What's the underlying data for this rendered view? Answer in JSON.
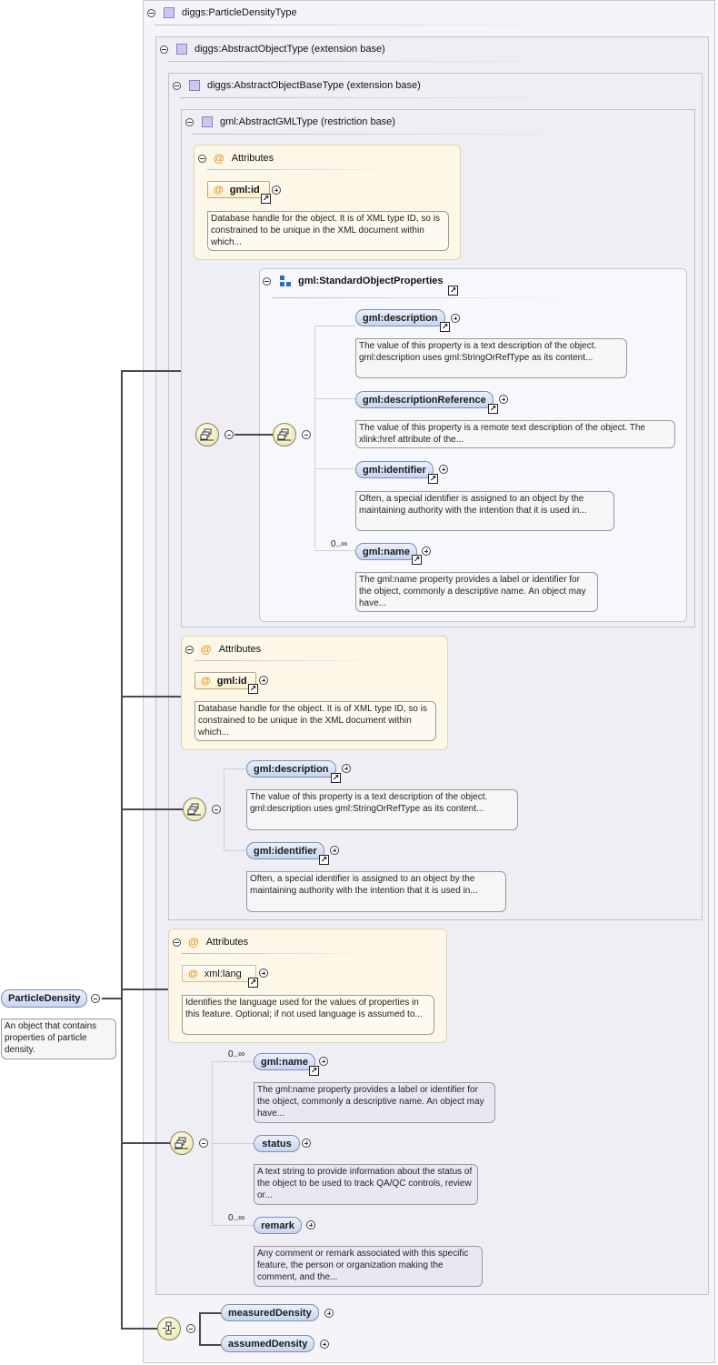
{
  "root_type": {
    "label": "diggs:ParticleDensityType",
    "abstract_object": {
      "label": "diggs:AbstractObjectType (extension base)",
      "abstract_object_base": {
        "label": "diggs:AbstractObjectBaseType (extension base)",
        "abstract_gml": {
          "label": "gml:AbstractGMLType (restriction base)",
          "attributes_label": "Attributes",
          "attr_id": "gml:id",
          "attr_id_doc": "Database handle for the object. It is of XML type ID, so is constrained to be unique in the XML document within which...",
          "std_props_label": "gml:StandardObjectProperties",
          "elements": [
            {
              "name": "gml:description",
              "doc": "The value of this property is a text description of the object. gml:description uses gml:StringOrRefType as its content..."
            },
            {
              "name": "gml:descriptionReference",
              "doc": "The value of this property is a remote text description of the object. The xlink:href attribute of the..."
            },
            {
              "name": "gml:identifier",
              "doc": "Often, a special identifier is assigned to an object by the maintaining authority with the intention that it is used in..."
            },
            {
              "name": "gml:name",
              "cardinality": "0..∞",
              "doc": "The gml:name property provides a label or identifier for the object, commonly a descriptive name. An object may have..."
            }
          ]
        },
        "attributes_label": "Attributes",
        "attr_id": "gml:id",
        "attr_id_doc": "Database handle for the object. It is of XML type ID, so is constrained to be unique in the XML document within which...",
        "elements": [
          {
            "name": "gml:description",
            "doc": "The value of this property is a text description of the object. gml:description uses gml:StringOrRefType as its content..."
          },
          {
            "name": "gml:identifier",
            "doc": "Often, a special identifier is assigned to an object by the maintaining authority with the intention that it is used in..."
          }
        ]
      },
      "attributes_label": "Attributes",
      "attr_lang": "xml:lang",
      "attr_lang_doc": "Identifies the language used for the values of properties in this feature. Optional; if not used language is assumed to...",
      "elements": [
        {
          "name": "gml:name",
          "cardinality": "0..∞",
          "doc": "The gml:name property provides a label or identifier for the object, commonly a descriptive name. An object may have..."
        },
        {
          "name": "status",
          "doc": "A text string to provide information about the status of the object to be used to track QA/QC controls, review or..."
        },
        {
          "name": "remark",
          "cardinality": "0..∞",
          "doc": "Any comment or remark associated with this specific feature, the person or organization making the comment, and the..."
        }
      ]
    },
    "choice_elements": [
      "measuredDensity",
      "assumedDensity"
    ]
  },
  "root_element": {
    "name": "ParticleDensity",
    "doc": "An object that contains properties of particle density."
  },
  "colors": {
    "type_box_border": "#c9c9d1",
    "type_box_fill": "#f5f4f9",
    "element_fill": "#c7d5ee",
    "attribute_fill": "#fdf7e8",
    "attribute_at": "#e8961e"
  },
  "icons": {
    "type_icon": "type-square-icon",
    "attribute_icon": "at-sign-icon",
    "group_icon": "model-group-icon",
    "sequence_icon": "sequence-compositor-icon",
    "choice_icon": "choice-compositor-icon",
    "reference_icon": "reference-arrow-icon",
    "expand_icon": "plus-circle-icon",
    "collapse_icon": "minus-circle-icon"
  }
}
